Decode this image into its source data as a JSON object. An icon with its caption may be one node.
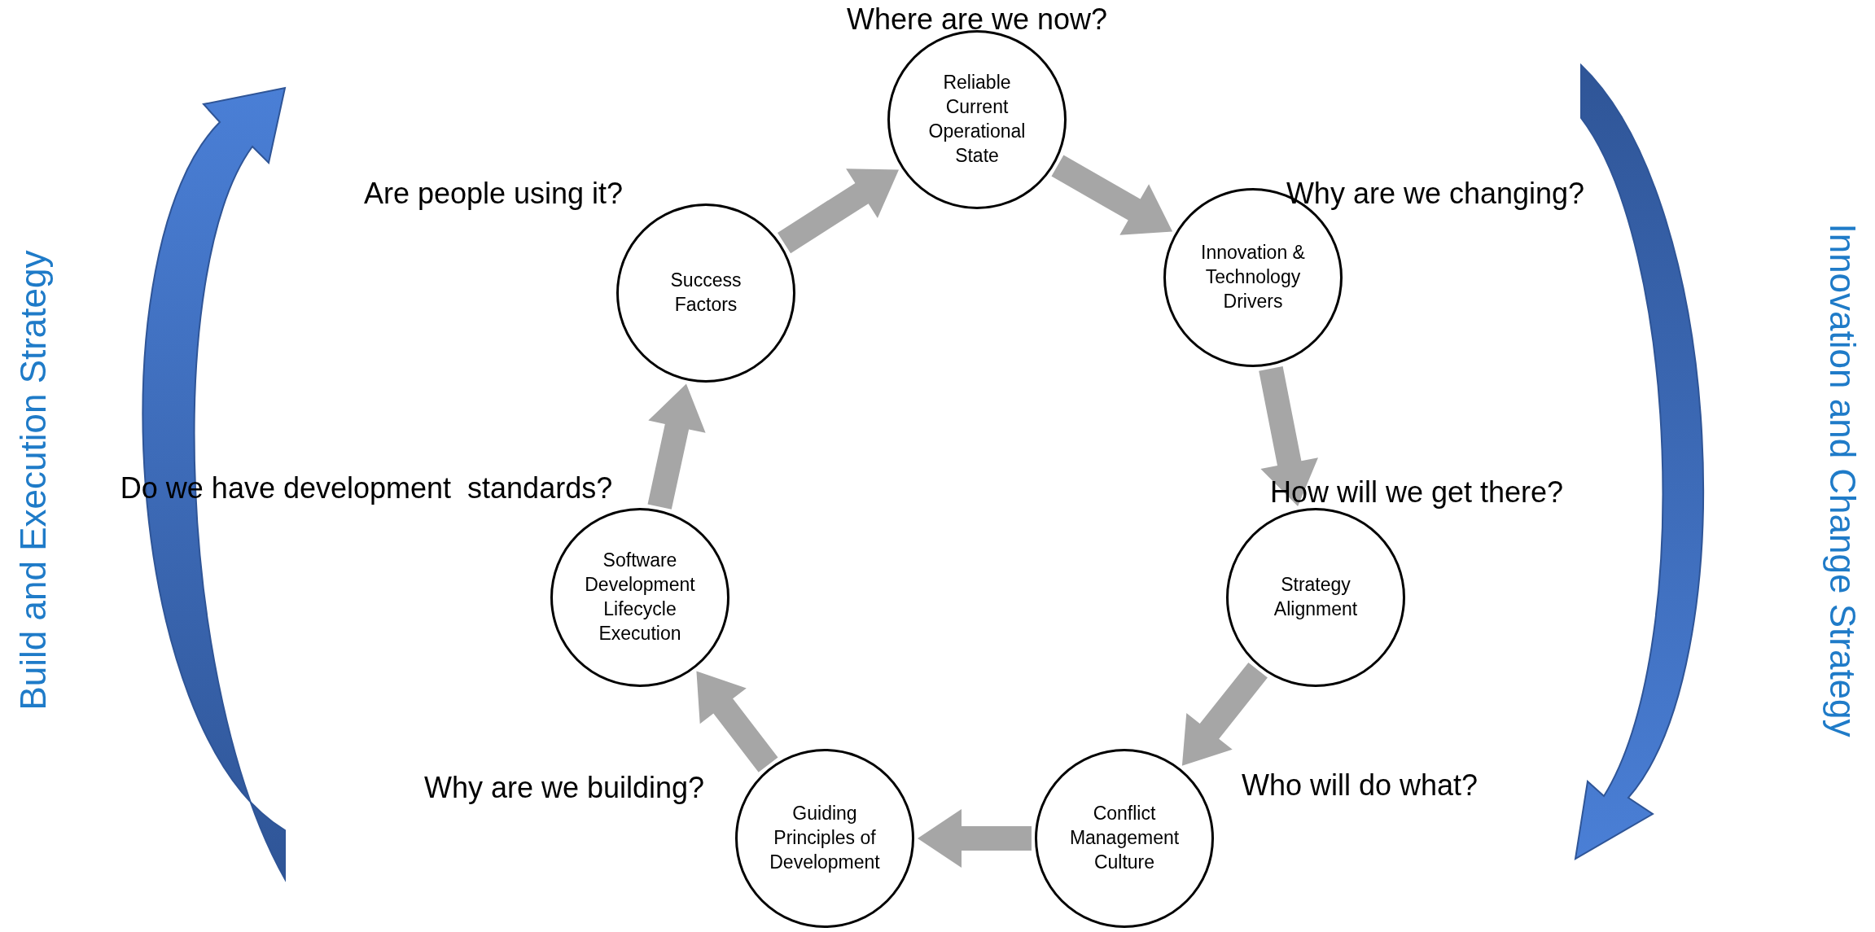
{
  "diagram": {
    "nodes": [
      {
        "text": [
          "Reliable Current Operational State"
        ],
        "beside": [
          "Where are we now?"
        ]
      },
      {
        "text": [
          "Innovation & Technology Drivers"
        ],
        "beside": [
          "Why are we changing?"
        ]
      },
      {
        "text": [
          "Strategy Alignment"
        ],
        "beside": [
          "How will we get there?"
        ]
      },
      {
        "text": [
          "Conflict Management Culture"
        ],
        "beside": [
          "Who will do what?"
        ]
      },
      {
        "text": [
          "Guiding Principles of Development"
        ],
        "beside": [
          "Why are we building?"
        ]
      },
      {
        "text": [
          "Software Development Lifecycle Execution"
        ],
        "beside": [
          "Do we have development  standards?"
        ]
      },
      {
        "text": [
          "Success Factors"
        ],
        "beside": [
          "Are people using it?"
        ]
      }
    ],
    "edges": [
      {
        "from": 0,
        "to": 1,
        "arrow": "to",
        "style": "thick"
      },
      {
        "from": 1,
        "to": 2,
        "arrow": "to",
        "style": "thick"
      },
      {
        "from": 2,
        "to": 3,
        "arrow": "to",
        "style": "thick"
      },
      {
        "from": 3,
        "to": 4,
        "arrow": "to",
        "style": "thick"
      },
      {
        "from": 4,
        "to": 5,
        "arrow": "to",
        "style": "thick"
      },
      {
        "from": 5,
        "to": 6,
        "arrow": "to",
        "style": "thick"
      },
      {
        "from": 6,
        "to": 0,
        "arrow": "to",
        "style": "thick"
      }
    ],
    "labels": [
      "Build and Execution Strategy",
      "Innovation and Change Strategy"
    ]
  }
}
